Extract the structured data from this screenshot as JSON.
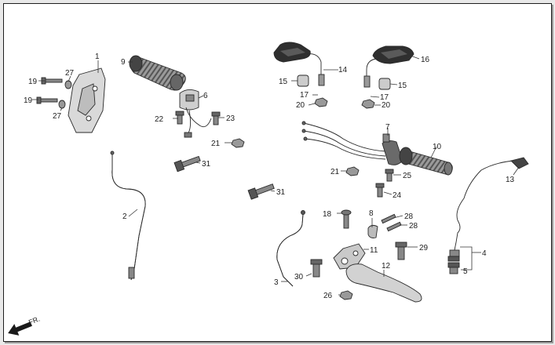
{
  "direction_label": "FR.",
  "part_numbers": [
    "1",
    "2",
    "3",
    "4",
    "5",
    "6",
    "7",
    "8",
    "9",
    "10",
    "11",
    "12",
    "13",
    "14",
    "15",
    "15",
    "16",
    "17",
    "17",
    "18",
    "19",
    "19",
    "20",
    "20",
    "21",
    "21",
    "22",
    "23",
    "24",
    "25",
    "26",
    "27",
    "27",
    "28",
    "28",
    "29",
    "30",
    "31",
    "31"
  ],
  "colors": {
    "line": "#2a2a2a",
    "fill_dark": "#777777",
    "fill_light": "#d8d8d8",
    "background": "#ffffff"
  },
  "icons": [
    "arrow-left-icon"
  ]
}
